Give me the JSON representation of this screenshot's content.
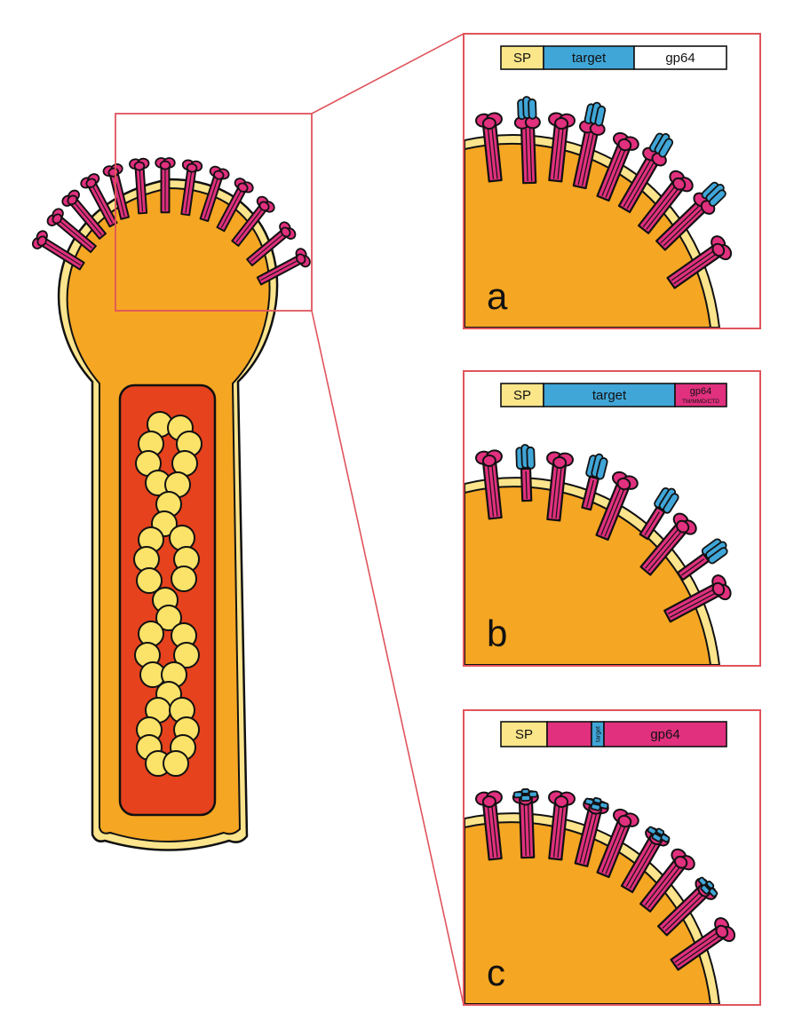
{
  "colors": {
    "virion_orange": "#f5a623",
    "membrane_yellow": "#fbe48c",
    "capsid_red": "#e5421d",
    "dna_yellow": "#fbe36a",
    "gp64_magenta": "#e0307e",
    "target_blue": "#40a6d8",
    "sp_yellow": "#fbe68a",
    "frame_red": "#e0545c"
  },
  "panels": [
    {
      "id": "a",
      "letter": "a",
      "construct": [
        {
          "label": "SP",
          "color": "#fbe68a"
        },
        {
          "label": "target",
          "color": "#40a6d8"
        },
        {
          "label": "gp64",
          "color": "#ffffff"
        }
      ]
    },
    {
      "id": "b",
      "letter": "b",
      "construct": [
        {
          "label": "SP",
          "color": "#fbe68a"
        },
        {
          "label": "target",
          "color": "#40a6d8"
        },
        {
          "label": "gp64",
          "sublabel": "TM/MMD/CTD",
          "color": "#e0307e"
        }
      ]
    },
    {
      "id": "c",
      "letter": "c",
      "construct": [
        {
          "label": "SP",
          "color": "#fbe68a"
        },
        {
          "label": "",
          "color": "#e0307e"
        },
        {
          "label": "target",
          "color": "#40a6d8"
        },
        {
          "label": "gp64",
          "color": "#e0307e"
        }
      ]
    }
  ]
}
